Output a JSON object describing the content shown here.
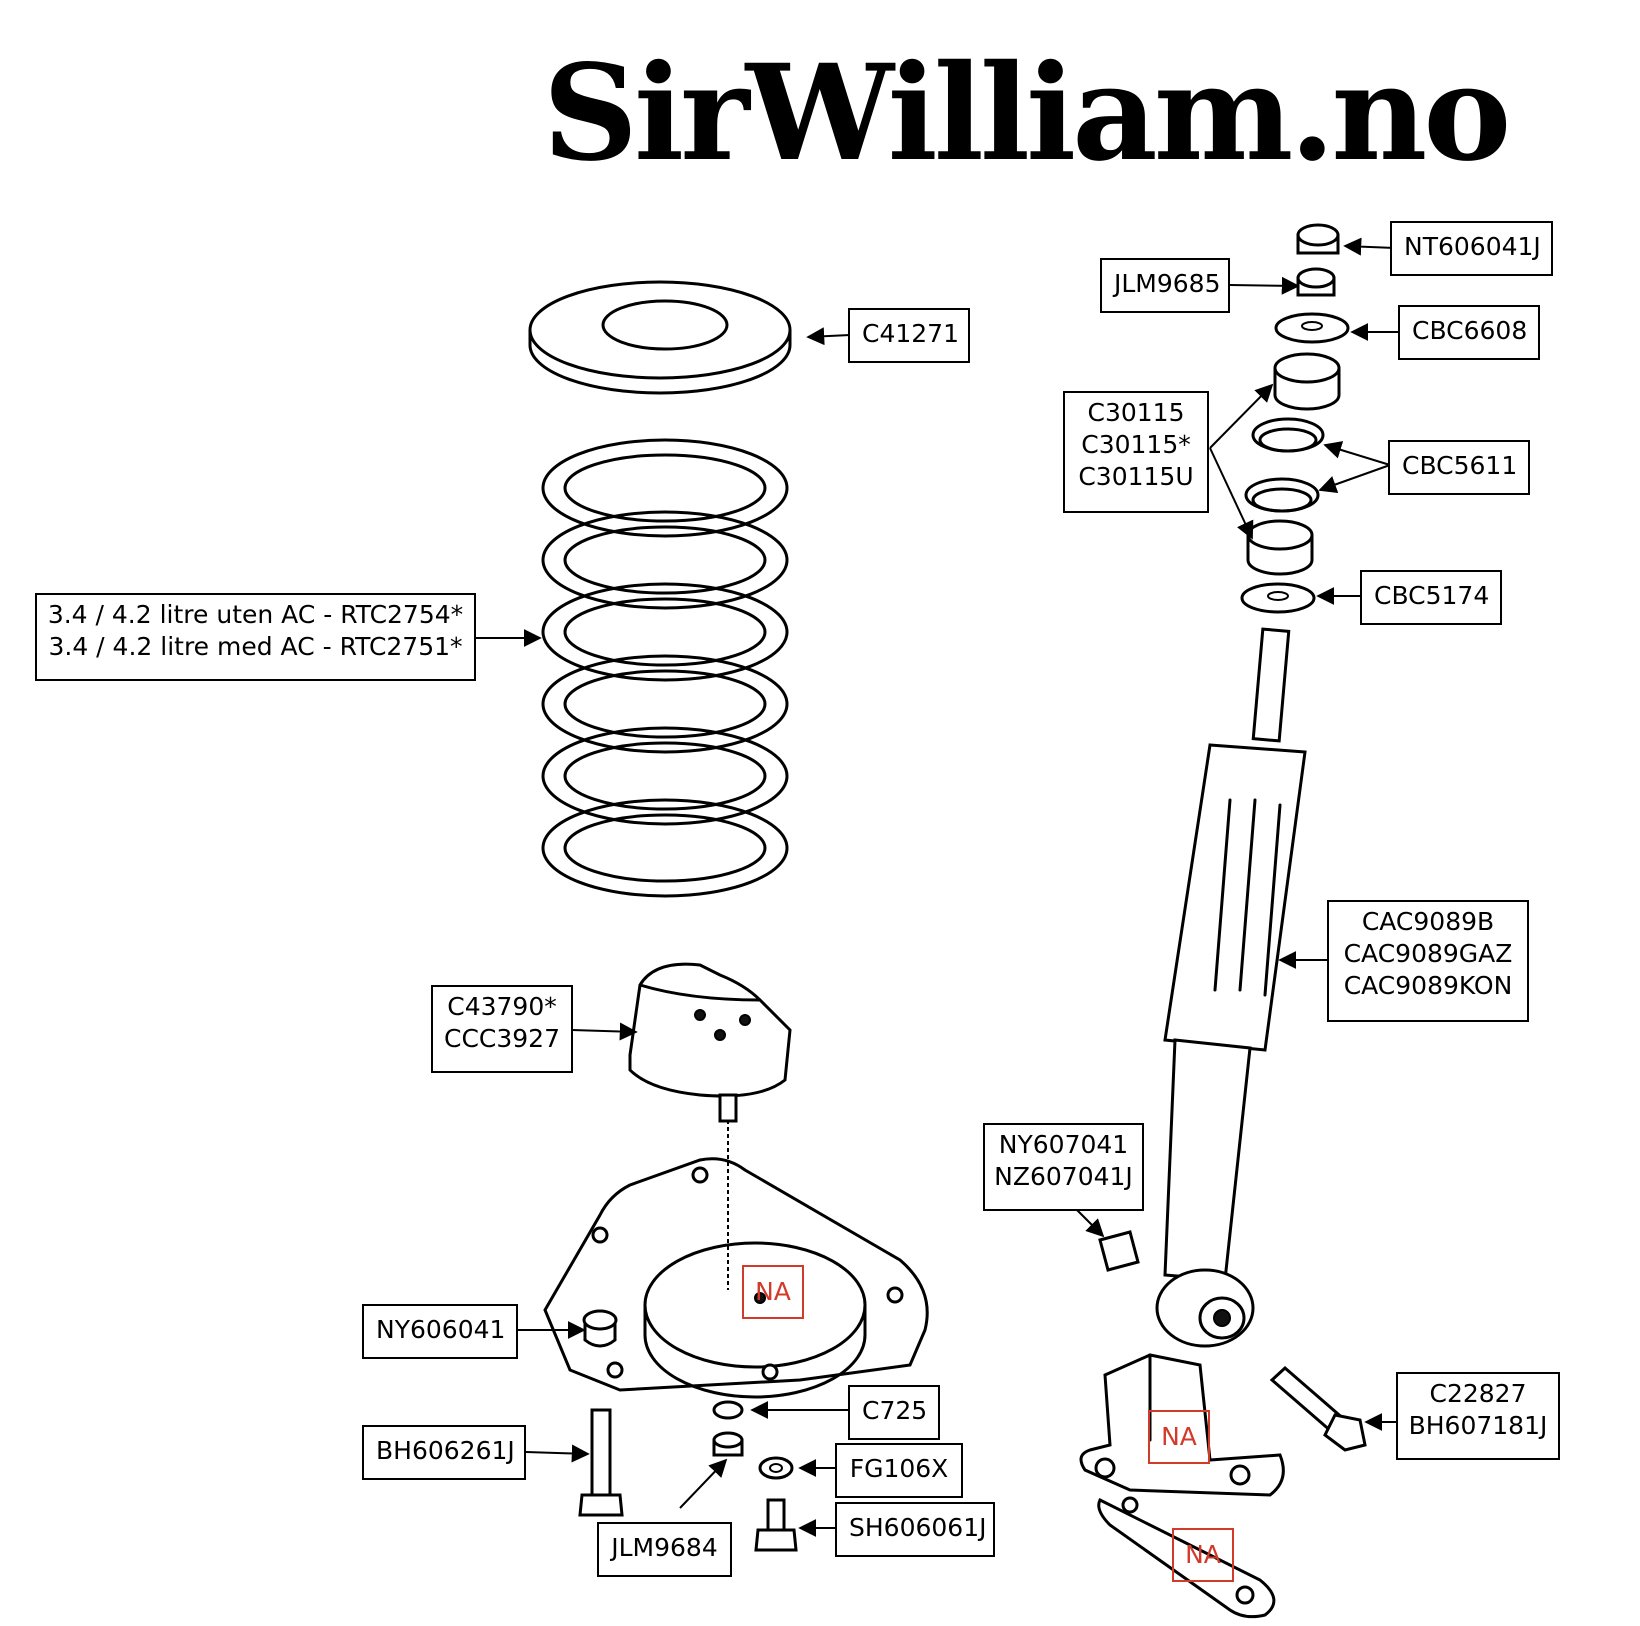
{
  "brand": "SirWilliam.no",
  "labels": {
    "nt606041j": "NT606041J",
    "jlm9685": "JLM9685",
    "cbc6608": "CBC6608",
    "c30115": [
      "C30115",
      "C30115*",
      "C30115U"
    ],
    "cbc5611": "CBC5611",
    "cbc5174": "CBC5174",
    "c41271": "C41271",
    "spring": [
      "3.4 / 4.2 litre uten AC - RTC2754*",
      "3.4 / 4.2 litre med AC - RTC2751*"
    ],
    "cac9089": [
      "CAC9089B",
      "CAC9089GAZ",
      "CAC9089KON"
    ],
    "c43790": [
      "C43790*",
      "CCC3927"
    ],
    "ny607041": [
      "NY607041",
      "NZ607041J"
    ],
    "ny606041": "NY606041",
    "c725": "C725",
    "fg106x": "FG106X",
    "bh606261j": "BH606261J",
    "sh606061j": "SH606061J",
    "jlm9684": "JLM9684",
    "c22827": [
      "C22827",
      "BH607181J"
    ]
  },
  "not_available": [
    "NA",
    "NA",
    "NA"
  ],
  "colors": {
    "line": "#000000",
    "na_marker": "#d23a2a",
    "background": "#ffffff"
  }
}
